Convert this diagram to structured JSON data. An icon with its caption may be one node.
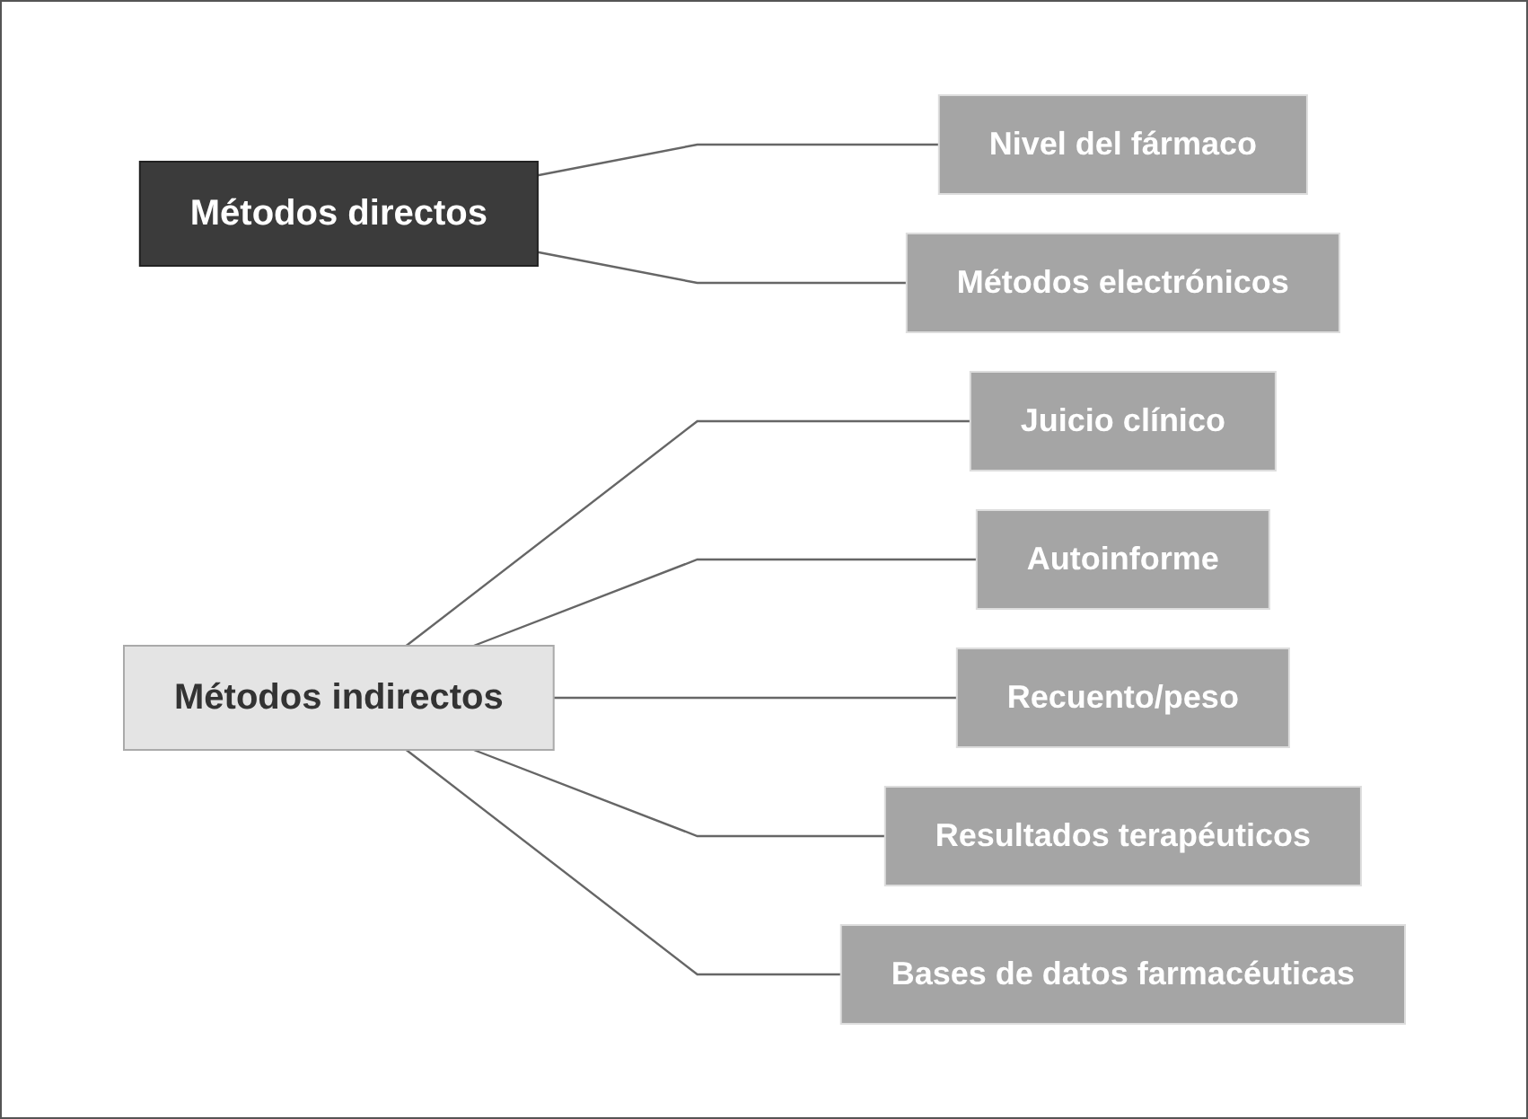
{
  "diagram": {
    "nodes": [
      {
        "text": [
          "Métodos directos"
        ]
      },
      {
        "text": [
          "Nivel del fármaco"
        ]
      },
      {
        "text": [
          "Métodos electrónicos"
        ]
      },
      {
        "text": [
          "Métodos indirectos"
        ]
      },
      {
        "text": [
          "Juicio clínico"
        ]
      },
      {
        "text": [
          "Autoinforme"
        ]
      },
      {
        "text": [
          "Recuento/peso"
        ]
      },
      {
        "text": [
          "Resultados terapéuticos"
        ]
      },
      {
        "text": [
          "Bases de datos farmacéuticas"
        ]
      }
    ],
    "edges": [
      {
        "from": 0,
        "to": 1,
        "arrow": "none"
      },
      {
        "from": 0,
        "to": 2,
        "arrow": "none"
      },
      {
        "from": 3,
        "to": 4,
        "arrow": "none"
      },
      {
        "from": 3,
        "to": 5,
        "arrow": "none"
      },
      {
        "from": 3,
        "to": 6,
        "arrow": "none"
      },
      {
        "from": 3,
        "to": 7,
        "arrow": "none"
      },
      {
        "from": 3,
        "to": 8,
        "arrow": "none"
      }
    ]
  }
}
